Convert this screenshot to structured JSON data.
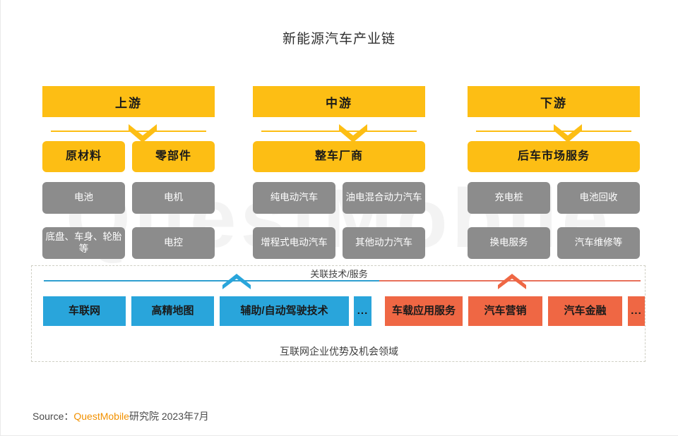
{
  "title": "新能源汽车产业链",
  "watermark": "QuestMobile",
  "colors": {
    "yellow": "#FDBE14",
    "gray": "#8C8C8C",
    "blue": "#29A5DB",
    "orange": "#EF6744",
    "blue_line": "#2F9FD0",
    "orange_line": "#E8705A",
    "brand": "#F29100"
  },
  "columns": [
    {
      "header": "上游",
      "sub_boxes": [
        "原材料",
        "零部件"
      ],
      "items_row1": [
        "电池",
        "电机"
      ],
      "items_row2": [
        "底盘、车身、轮胎等",
        "电控"
      ]
    },
    {
      "header": "中游",
      "sub_boxes": [
        "整车厂商"
      ],
      "items_row1": [
        "纯电动汽车",
        "油电混合动力汽车"
      ],
      "items_row2": [
        "增程式电动汽车",
        "其他动力汽车"
      ]
    },
    {
      "header": "下游",
      "sub_boxes": [
        "后车市场服务"
      ],
      "items_row1": [
        "充电桩",
        "电池回收"
      ],
      "items_row2": [
        "换电服务",
        "汽车维修等"
      ]
    }
  ],
  "bottom": {
    "assoc_label": "关联技术/服务",
    "caption": "互联网企业优势及机会领域",
    "blue_chips": [
      "车联网",
      "高精地图",
      "辅助/自动驾驶技术",
      "..."
    ],
    "orange_chips": [
      "车载应用服务",
      "汽车营销",
      "汽车金融",
      "..."
    ]
  },
  "source": {
    "prefix": "Source：",
    "brand": "QuestMobile",
    "suffix": "研究院 2023年7月"
  }
}
